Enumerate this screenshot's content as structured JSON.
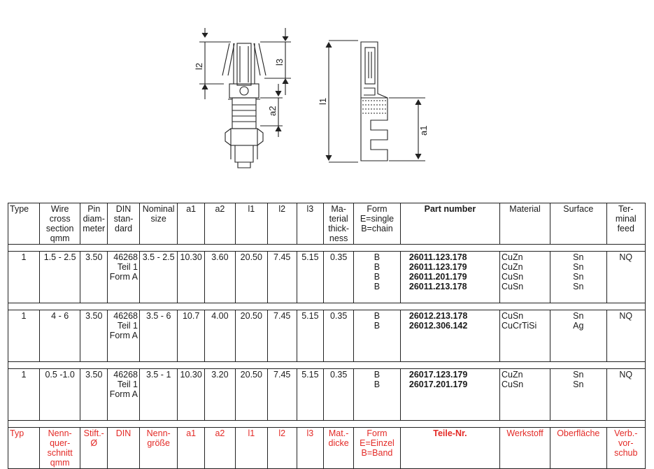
{
  "drawing": {
    "dims": {
      "l1": "l1",
      "l2": "l2",
      "l3": "l3",
      "a1": "a1",
      "a2": "a2"
    }
  },
  "table": {
    "headers": [
      "Type",
      "Wire cross section qmm",
      "Pin diam- meter",
      "DIN stan- dard",
      "Nominal size",
      "a1",
      "a2",
      "l1",
      "l2",
      "l3",
      "Ma- terial thick- ness",
      "Form E=single B=chain",
      "Part number",
      "Material",
      "Surface",
      "Ter- minal feed"
    ],
    "groups": [
      {
        "type": "1",
        "wire": "1.5 - 2.5",
        "pin": "3.50",
        "din": [
          "46268",
          "Teil 1",
          "Form A"
        ],
        "nominal": "3.5 - 2.5",
        "a1": "10.30",
        "a2": "3.60",
        "l1": "20.50",
        "l2": "7.45",
        "l3": "5.15",
        "thick": "0.35",
        "form": [
          "B",
          "B",
          "B",
          "B"
        ],
        "parts": [
          "26011.123.178",
          "26011.123.179",
          "26011.201.179",
          "26011.213.178"
        ],
        "material": [
          "CuZn",
          "CuZn",
          "CuSn",
          "CuSn"
        ],
        "surface": [
          "Sn",
          "Sn",
          "Sn",
          "Sn"
        ],
        "feed": "NQ"
      },
      {
        "type": "1",
        "wire": "4 - 6",
        "pin": "3.50",
        "din": [
          "46268",
          "Teil 1",
          "Form A"
        ],
        "nominal": "3.5 - 6",
        "a1": "10.7",
        "a2": "4.00",
        "l1": "20.50",
        "l2": "7.45",
        "l3": "5.15",
        "thick": "0.35",
        "form": [
          "B",
          "B"
        ],
        "parts": [
          "26012.213.178",
          "26012.306.142"
        ],
        "material": [
          "CuSn",
          "CuCrTiSi"
        ],
        "surface": [
          "Sn",
          "Ag"
        ],
        "feed": "NQ"
      },
      {
        "type": "1",
        "wire": "0.5 -1.0",
        "pin": "3.50",
        "din": [
          "46268",
          "Teil 1",
          "Form A"
        ],
        "nominal": "3.5 - 1",
        "a1": "10.30",
        "a2": "3.20",
        "l1": "20.50",
        "l2": "7.45",
        "l3": "5.15",
        "thick": "0.35",
        "form": [
          "B",
          "B"
        ],
        "parts": [
          "26017.123.179",
          "26017.201.179"
        ],
        "material": [
          "CuZn",
          "CuSn"
        ],
        "surface": [
          "Sn",
          "Sn"
        ],
        "feed": "NQ"
      }
    ],
    "german_headers": [
      "Typ",
      "Nenn- quer- schnitt qmm",
      "Stift.- Ø",
      "DIN",
      "Nenn- größe",
      "a1",
      "a2",
      "l1",
      "l2",
      "l3",
      "Mat.- dicke",
      "Form E=Einzel B=Band",
      "Teile-Nr.",
      "Werkstoff",
      "Oberfläche",
      "Verb.- vor- schub"
    ]
  }
}
